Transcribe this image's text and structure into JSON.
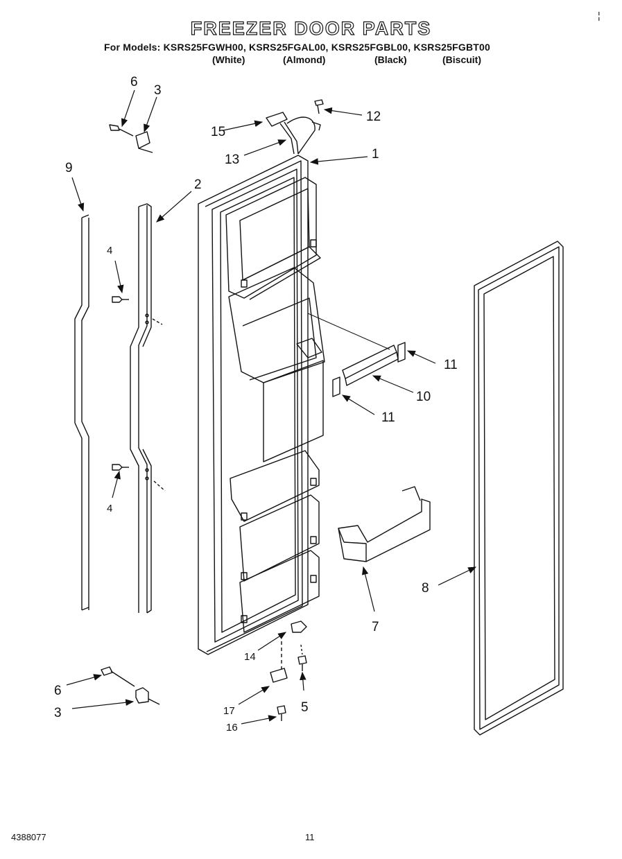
{
  "title": "FREEZER DOOR PARTS",
  "models_line": "For Models: KSRS25FGWH00, KSRS25FGAL00, KSRS25FGBL00, KSRS25FGBT00",
  "colors": [
    "(White)",
    "(Almond)",
    "(Black)",
    "(Biscuit)"
  ],
  "callouts": {
    "c1": "1",
    "c2": "2",
    "c3a": "3",
    "c3b": "3",
    "c4a": "4",
    "c4b": "4",
    "c5": "5",
    "c6a": "6",
    "c6b": "6",
    "c7": "7",
    "c8": "8",
    "c9": "9",
    "c10": "10",
    "c11a": "11",
    "c11b": "11",
    "c12": "12",
    "c13": "13",
    "c14": "14",
    "c15": "15",
    "c16": "16",
    "c17": "17"
  },
  "doc_number": "4388077",
  "page_number": "11",
  "corner_mark": "¦"
}
